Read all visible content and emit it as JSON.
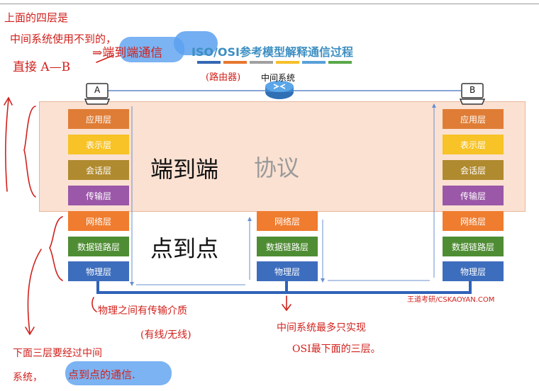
{
  "title": "ISO/OSI参考模型解释通信过程",
  "legend_colors": [
    "#3467b4",
    "#e8772e",
    "#a0a0a0",
    "#f5c02a",
    "#58a0d8",
    "#5aa84a"
  ],
  "nodes": {
    "host_a": "A",
    "host_b": "B",
    "middle_system": "中间系统"
  },
  "layers": {
    "application": {
      "label": "应用层",
      "color": "#df7d36"
    },
    "presentation": {
      "label": "表示层",
      "color": "#f7c326"
    },
    "session": {
      "label": "会话层",
      "color": "#b08a2e"
    },
    "transport": {
      "label": "传输层",
      "color": "#9b58a8"
    },
    "network": {
      "label": "网络层",
      "color": "#ef7c2f"
    },
    "datalink": {
      "label": "数据链路层",
      "color": "#4f8d34"
    },
    "physical": {
      "label": "物理层",
      "color": "#3d6dbd"
    }
  },
  "labels": {
    "end_to_end": "端到端",
    "protocol": "协议",
    "point_to_point": "点到点"
  },
  "watermark": "王道考研/CSKAOYAN.COM",
  "annotations": {
    "top_note_1": "上面的四层是",
    "top_note_2": "中间系统使用不到的，",
    "top_note_3": "直接 A—B",
    "arrow_note": "⇒端到端通信",
    "router_note": "(路由器)",
    "physical_note_1": "物理之间有传输介质",
    "physical_note_2": "(有线/无线)",
    "middle_note_1": "中间系统最多只实现",
    "middle_note_2": "OSI最下面的三层。",
    "bottom_note_1": "下面三层要经过中间",
    "bottom_note_2": "系统，",
    "bottom_note_3": "点到点的通信."
  }
}
